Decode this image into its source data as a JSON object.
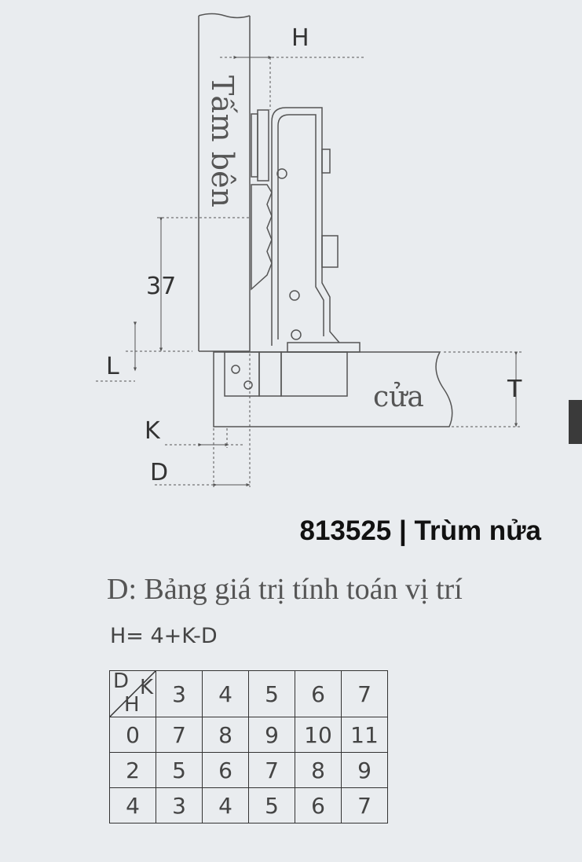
{
  "diagram": {
    "side_panel_label": "Tấm bên",
    "door_label": "cửa",
    "dimension_labels": {
      "H": "H",
      "dim37": "37",
      "L": "L",
      "K": "K",
      "D": "D",
      "T": "T"
    }
  },
  "product": {
    "title": "813525 | Trùm nửa"
  },
  "section": {
    "title": "D: Bảng giá trị tính toán vị trí",
    "formula": "H= 4+K-D"
  },
  "table": {
    "corner": {
      "d": "D",
      "k": "K",
      "h": "H"
    },
    "k_values": [
      "3",
      "4",
      "5",
      "6",
      "7"
    ],
    "rows": [
      {
        "h": "0",
        "values": [
          "7",
          "8",
          "9",
          "10",
          "11"
        ]
      },
      {
        "h": "2",
        "values": [
          "5",
          "6",
          "7",
          "8",
          "9"
        ]
      },
      {
        "h": "4",
        "values": [
          "3",
          "4",
          "5",
          "6",
          "7"
        ]
      }
    ]
  },
  "colors": {
    "background": "#e9ecef",
    "line": "#555555",
    "tab": "#3a3a3a"
  }
}
